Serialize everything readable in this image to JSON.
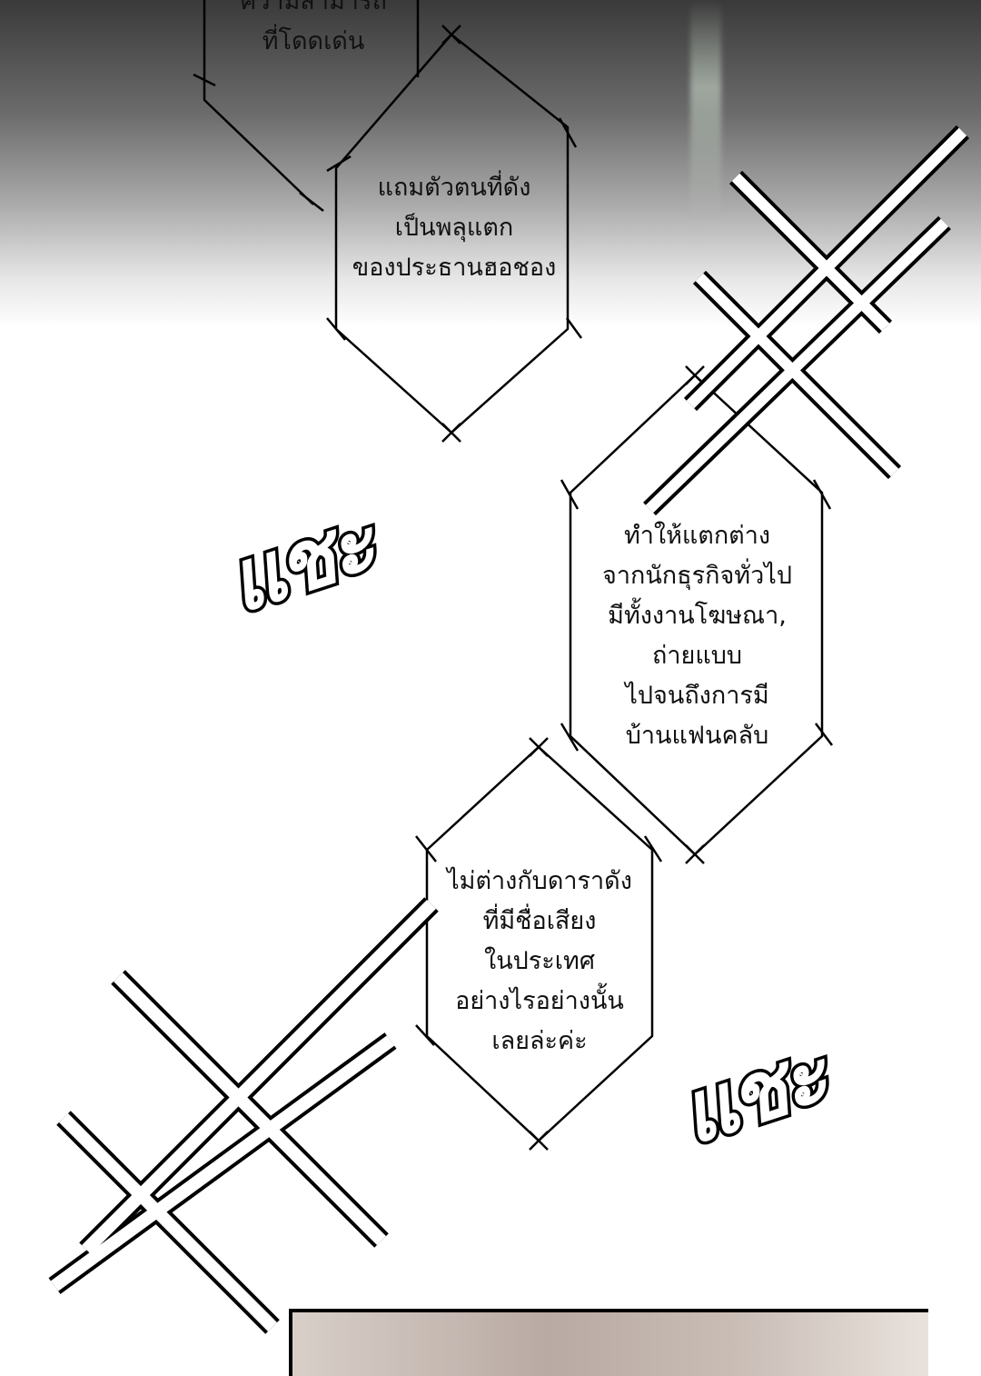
{
  "bubbles": [
    {
      "id": "bubble-1",
      "lines": [
        "ความสามารถ",
        "ที่โดดเด่น"
      ]
    },
    {
      "id": "bubble-2",
      "lines": [
        "แถมตัวตนที่ดัง",
        "เป็นพลุแตก",
        "ของประธานฮอชอง"
      ]
    },
    {
      "id": "bubble-3",
      "lines": [
        "ทำให้แตกต่าง",
        "จากนักธุรกิจทั่วไป",
        "มีทั้งงานโฆษณา,",
        "ถ่ายแบบ",
        "ไปจนถึงการมี",
        "บ้านแฟนคลับ"
      ]
    },
    {
      "id": "bubble-4",
      "lines": [
        "ไม่ต่างกับดาราดัง",
        "ที่มีชื่อเสียง",
        "ในประเทศ",
        "อย่างไรอย่างนั้น",
        "เลยล่ะค่ะ"
      ]
    }
  ],
  "sfx": [
    "แชะ",
    "แชะ"
  ]
}
